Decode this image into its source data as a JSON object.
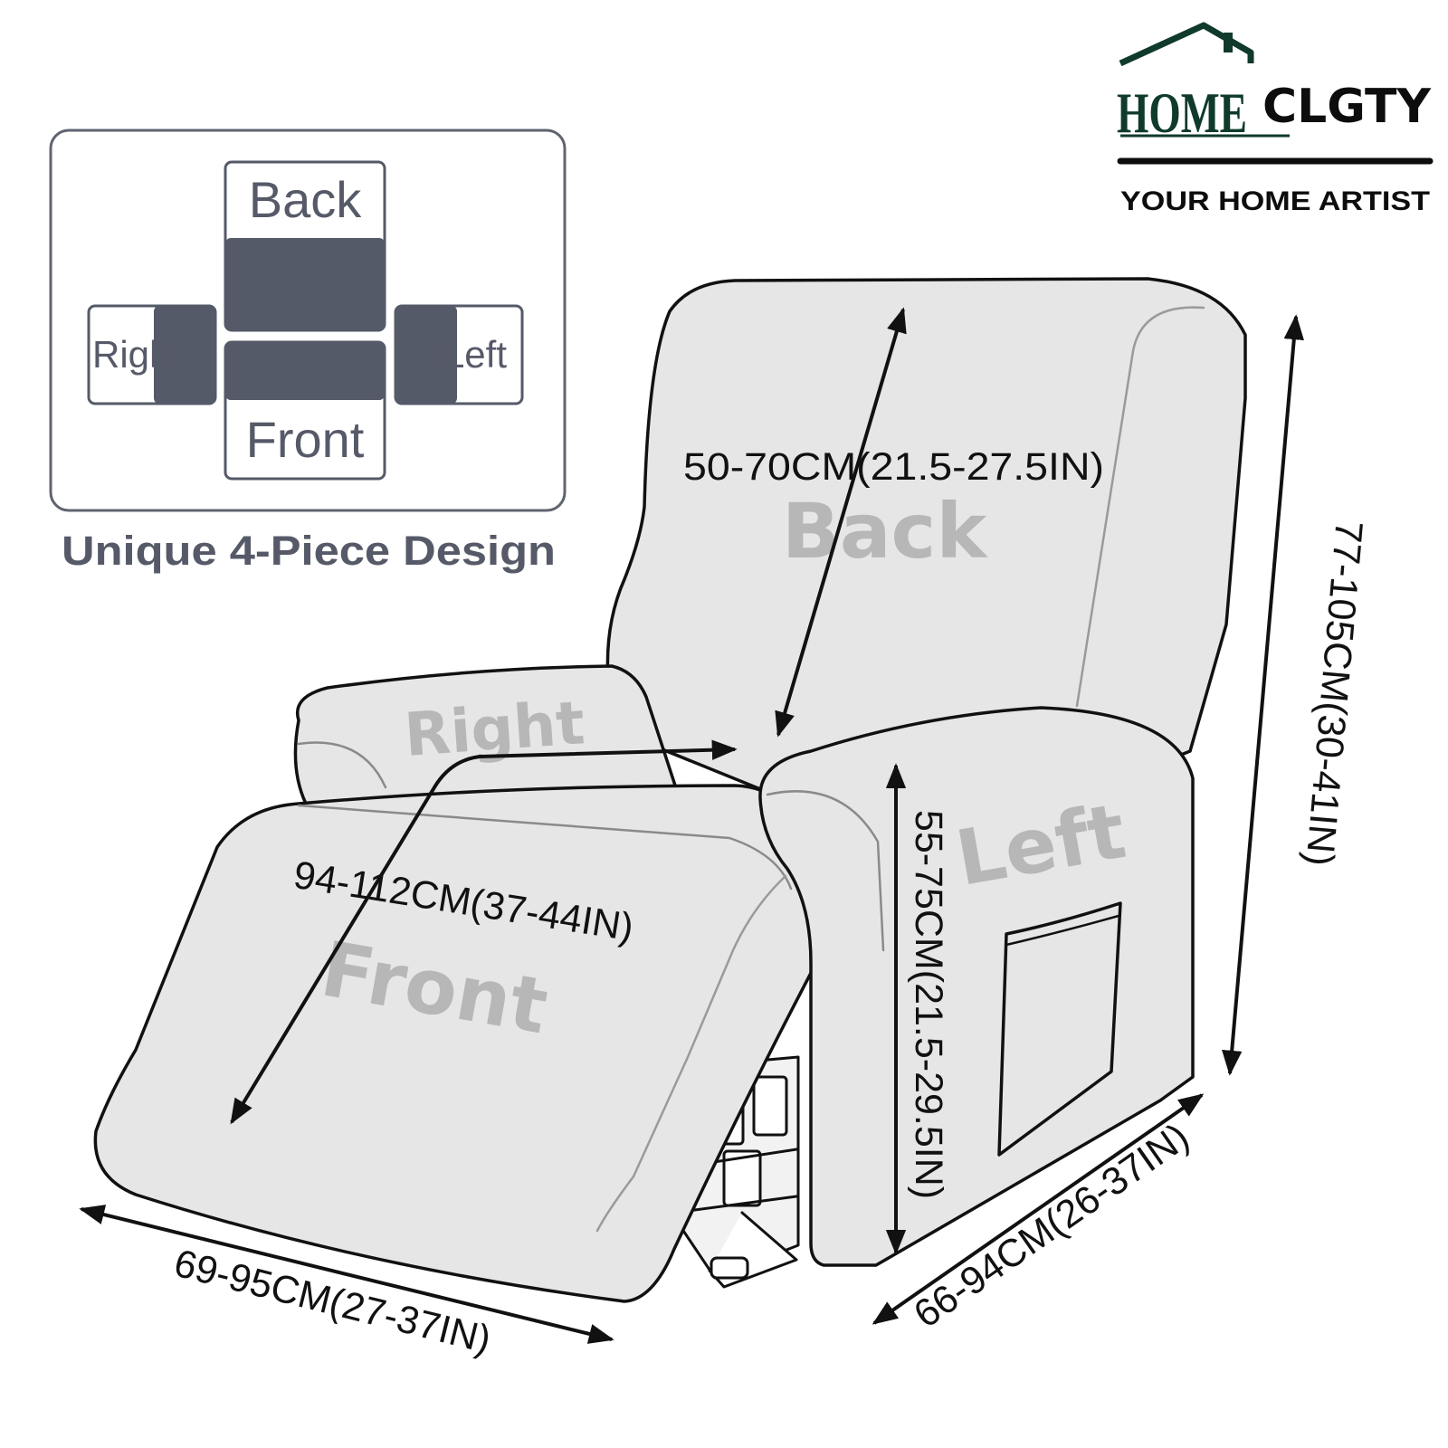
{
  "colors": {
    "outline": "#111111",
    "chair_fill": "#e6e6e6",
    "legend_dark": "#555a68",
    "legend_text": "#565a68",
    "part_label": "#b7b7b7",
    "brand_green": "#0f3a2c"
  },
  "brand": {
    "logo_letters": "HOME",
    "logo_name": "CLGTY",
    "tagline": "YOUR HOME ARTIST"
  },
  "legend": {
    "caption": "Unique 4-Piece Design",
    "pieces": {
      "back": "Back",
      "right": "Right",
      "left": "Left",
      "front": "Front"
    }
  },
  "chair_labels": {
    "back": "Back",
    "right": "Right",
    "left": "Left",
    "front": "Front"
  },
  "dimensions": {
    "back_width": "50-70CM(21.5-27.5IN)",
    "total_height": "77-105CM(30-41IN)",
    "armrest_height": "55-75CM(21.5-29.5IN)",
    "seat_length": "94-112CM(37-44IN)",
    "front_width": "69-95CM(27-37IN)",
    "side_depth": "66-94CM(26-37IN)"
  }
}
